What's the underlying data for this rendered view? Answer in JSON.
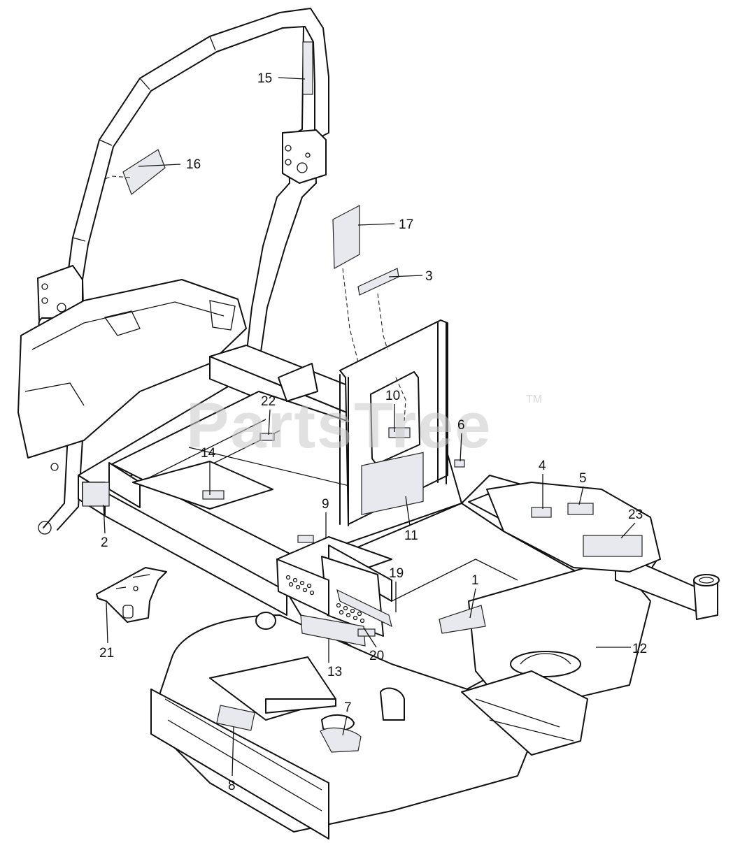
{
  "watermark": {
    "text": "PartsTree",
    "tm": "TM"
  },
  "callouts": [
    {
      "id": "c1",
      "label": "1"
    },
    {
      "id": "c2",
      "label": "2"
    },
    {
      "id": "c3",
      "label": "3"
    },
    {
      "id": "c4",
      "label": "4"
    },
    {
      "id": "c5",
      "label": "5"
    },
    {
      "id": "c6",
      "label": "6"
    },
    {
      "id": "c7",
      "label": "7"
    },
    {
      "id": "c8",
      "label": "8"
    },
    {
      "id": "c9",
      "label": "9"
    },
    {
      "id": "c10",
      "label": "10"
    },
    {
      "id": "c11",
      "label": "11"
    },
    {
      "id": "c12",
      "label": "12"
    },
    {
      "id": "c13",
      "label": "13"
    },
    {
      "id": "c14",
      "label": "14"
    },
    {
      "id": "c15",
      "label": "15"
    },
    {
      "id": "c16",
      "label": "16"
    },
    {
      "id": "c17",
      "label": "17"
    },
    {
      "id": "c19",
      "label": "19"
    },
    {
      "id": "c20",
      "label": "20"
    },
    {
      "id": "c21",
      "label": "21"
    },
    {
      "id": "c22",
      "label": "22"
    },
    {
      "id": "c23",
      "label": "23"
    }
  ]
}
